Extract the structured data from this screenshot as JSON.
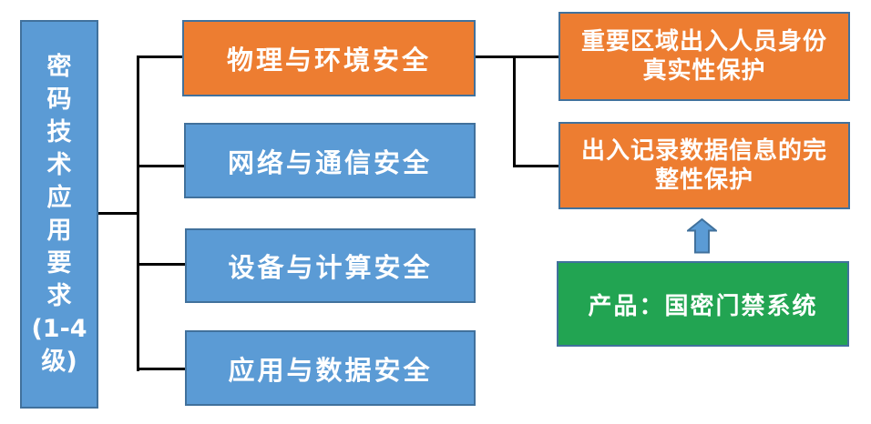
{
  "colors": {
    "blue_fill": "#5b9bd5",
    "orange_fill": "#ed7d31",
    "green_fill": "#22a452",
    "border_blue": "#41719c",
    "connector_black": "#000000",
    "text_white": "#ffffff"
  },
  "nodes": {
    "root": {
      "label": "密\n码\n技\n术\n应\n用\n要\n求\n(1-4\n级)"
    },
    "level1": [
      {
        "label": "物理与环境安全",
        "color": "orange"
      },
      {
        "label": "网络与通信安全",
        "color": "blue"
      },
      {
        "label": "设备与计算安全",
        "color": "blue"
      },
      {
        "label": "应用与数据安全",
        "color": "blue"
      }
    ],
    "level2": [
      {
        "label": "重要区域出入人员身份\n真实性保护",
        "color": "orange"
      },
      {
        "label": "出入记录数据信息的完\n整性保护",
        "color": "orange"
      }
    ],
    "product": {
      "label": "产品：国密门禁系统",
      "color": "green"
    }
  }
}
